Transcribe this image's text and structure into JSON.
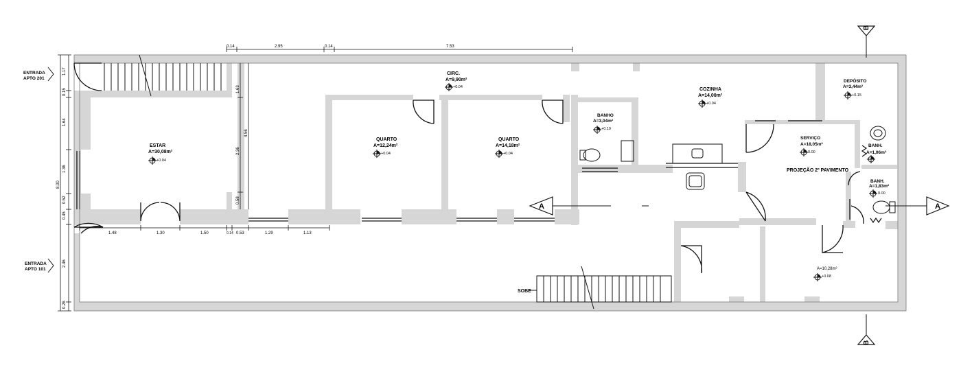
{
  "entrances": {
    "top": [
      "ENTRADA",
      "APTO 201"
    ],
    "bottom": [
      "ENTRADA",
      "APTO 101"
    ]
  },
  "rooms": {
    "estar": {
      "name": "ESTAR",
      "area": "A=30,08m²",
      "level": "+0.04"
    },
    "quarto1": {
      "name": "QUARTO",
      "area": "A=12,24m²",
      "level": "+0.04"
    },
    "quarto2": {
      "name": "QUARTO",
      "area": "A=14,18m²",
      "level": "+0.04"
    },
    "circ": {
      "name": "CIRC.",
      "area": "A=9,90m²",
      "level": "+0.04"
    },
    "banho": {
      "name": "BANHO",
      "area": "A=3,04m²",
      "level": "+0.19"
    },
    "cozinha": {
      "name": "COZINHA",
      "area": "A=14,00m²",
      "level": "+0.04"
    },
    "deposito": {
      "name": "DEPÓSITO",
      "area": "A=3,44m²",
      "level": "+0.15"
    },
    "servico": {
      "name": "SERVIÇO",
      "area": "A=18,05m²",
      "level": "0.00"
    },
    "banh1": {
      "name": "BANH.",
      "area": "A=1,06m²"
    },
    "banh2": {
      "name": "BANH.",
      "area": "A=1,83m²",
      "level": "0.00"
    },
    "lower": {
      "area": "A=10,28m²",
      "level": "+0.08"
    }
  },
  "projection_label": "PROJEÇÃO 2º PAVIMENTO",
  "stair_label": "SOBE",
  "section_labels": [
    "A",
    "A"
  ],
  "cut_labels": [
    "B",
    "B"
  ],
  "dims_top": [
    "0.14",
    "2.95",
    "0.14",
    "7.53"
  ],
  "dims_left": [
    "1.17",
    "0.15",
    "1.64",
    "1.36",
    "0.52",
    "0.45",
    "2.46",
    "0.26",
    "8.00"
  ],
  "dims_mid": [
    "1.63",
    "2.36",
    "0.58",
    "4.56"
  ],
  "dims_bottom": [
    "1.48",
    "1.30",
    "1.50",
    "0.14",
    "0.53",
    "1.29",
    "1.13"
  ]
}
